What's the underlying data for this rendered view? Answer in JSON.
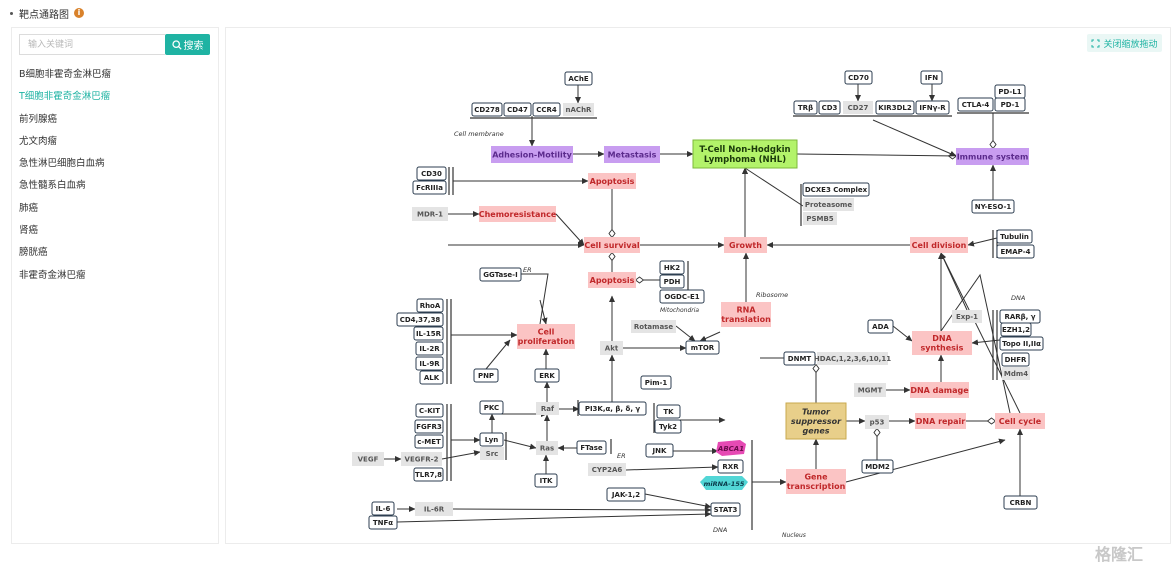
{
  "header": {
    "title": "靶点通路图",
    "info_icon": "i"
  },
  "sidebar": {
    "search_placeholder": "输入关键词",
    "search_button": "搜索",
    "items": [
      {
        "label": "B细胞非霍奇金淋巴瘤"
      },
      {
        "label": "T细胞非霍奇金淋巴瘤",
        "active": true
      },
      {
        "label": "前列腺癌"
      },
      {
        "label": "尤文肉瘤"
      },
      {
        "label": "急性淋巴细胞白血病"
      },
      {
        "label": "急性髓系白血病"
      },
      {
        "label": "肺癌"
      },
      {
        "label": "肾癌"
      },
      {
        "label": "膀胱癌"
      },
      {
        "label": "非霍奇金淋巴瘤"
      }
    ]
  },
  "toolbar": {
    "zoom_button": "关闭缩放拖动"
  },
  "watermark": "格隆汇",
  "colors": {
    "accent": "#1fb3a3",
    "purple": "#c89df0",
    "pink": "#fbc4c4",
    "green": "#b3f36a",
    "gray": "#e4e4e4",
    "tan": "#e8cf8a"
  },
  "diagram": {
    "labels": {
      "achE": "AChE",
      "cd278": "CD278",
      "cd47": "CD47",
      "ccr4": "CCR4",
      "nachr": "nAChR",
      "cell_membrane": "Cell membrane",
      "adhesion": "Adhesion-Motility",
      "metastasis": "Metastasis",
      "nhl1": "T-Cell Non-Hodgkin",
      "nhl2": "Lymphoma (NHL)",
      "cd70": "CD70",
      "ifn": "IFN",
      "trb": "TRβ",
      "cd3": "CD3",
      "cd27": "CD27",
      "kir": "KIR3DL2",
      "ifnyr": "IFNγ-R",
      "pdl1": "PD-L1",
      "ctla4": "CTLA-4",
      "pd1": "PD-1",
      "immune": "Immune system",
      "cd30": "CD30",
      "fcriiia": "FcRIIIa",
      "apoptosis1": "Apoptosis",
      "dcxe3": "DCXE3 Complex",
      "proteasome": "Proteasome",
      "psmb5": "PSMB5",
      "mdr1": "MDR-1",
      "chemo": "Chemoresistance",
      "nyeso": "NY-ESO-1",
      "survival": "Cell survival",
      "growth": "Growth",
      "division": "Cell division",
      "tubulin": "Tubulin",
      "emap4": "EMAP-4",
      "ggtase": "GGTase-I",
      "er1": "ER",
      "hk2": "HK2",
      "pdh": "PDH",
      "ogdc": "OGDC-E1",
      "mito": "Mitochondria",
      "apoptosis2": "Apoptosis",
      "ribosome": "Ribosome",
      "rhoa": "RhoA",
      "cd4": "CD4,37,38",
      "il15r": "IL-15R",
      "il2r": "IL-2R",
      "il9r": "IL-9R",
      "alk": "ALK",
      "prolif1": "Cell",
      "prolif2": "proliferation",
      "rotamase": "Rotamase",
      "rna1": "RNA",
      "rna2": "translation",
      "dna_label": "DNA",
      "exp1": "Exp-1",
      "ada": "ADA",
      "rarb": "RARβ, γ",
      "ezh": "EZH1,2",
      "topo": "Topo II,IIα",
      "dhfr": "DHFR",
      "mdm4": "Mdm4",
      "akt": "Akt",
      "mtor": "mTOR",
      "pnp": "PNP",
      "erk": "ERK",
      "dnasyn1": "DNA",
      "dnasyn2": "synthesis",
      "dnmt": "DNMT",
      "hdac": "HDAC,1,2,3,6,10,11",
      "pim1": "Pim-1",
      "mgmt": "MGMT",
      "dnadamage": "DNA damage",
      "ckit": "C-KIT",
      "fgfr3": "FGFR3",
      "cmet": "c-MET",
      "vegfr2": "VEGFR-2",
      "tlr": "TLR7,8",
      "vegf": "VEGF",
      "pkc": "PKC",
      "raf": "Raf",
      "pi3k": "PI3K,α, β, δ, γ",
      "tk": "TK",
      "tyk2": "Tyk2",
      "tumor1": "Tumor",
      "tumor2": "suppressor",
      "tumor3": "genes",
      "p53": "p53",
      "dnarepair": "DNA repair",
      "cellcycle": "Cell cycle",
      "lyn": "Lyn",
      "src": "Src",
      "ras": "Ras",
      "ftase": "FTase",
      "er2": "ER",
      "jnk": "JNK",
      "abca1": "ABCA1",
      "cyp2a6": "CYP2A6",
      "rxr": "RXR",
      "mdm2": "MDM2",
      "itk": "ITK",
      "mirna": "miRNA-155",
      "gene1": "Gene",
      "gene2": "transcription",
      "jak": "JAK-1,2",
      "stat3": "STAT3",
      "crbn": "CRBN",
      "il6": "IL-6",
      "il6r": "IL-6R",
      "tnfa": "TNFα",
      "dna_bottom": "DNA",
      "nucleus": "Nucleus"
    }
  }
}
